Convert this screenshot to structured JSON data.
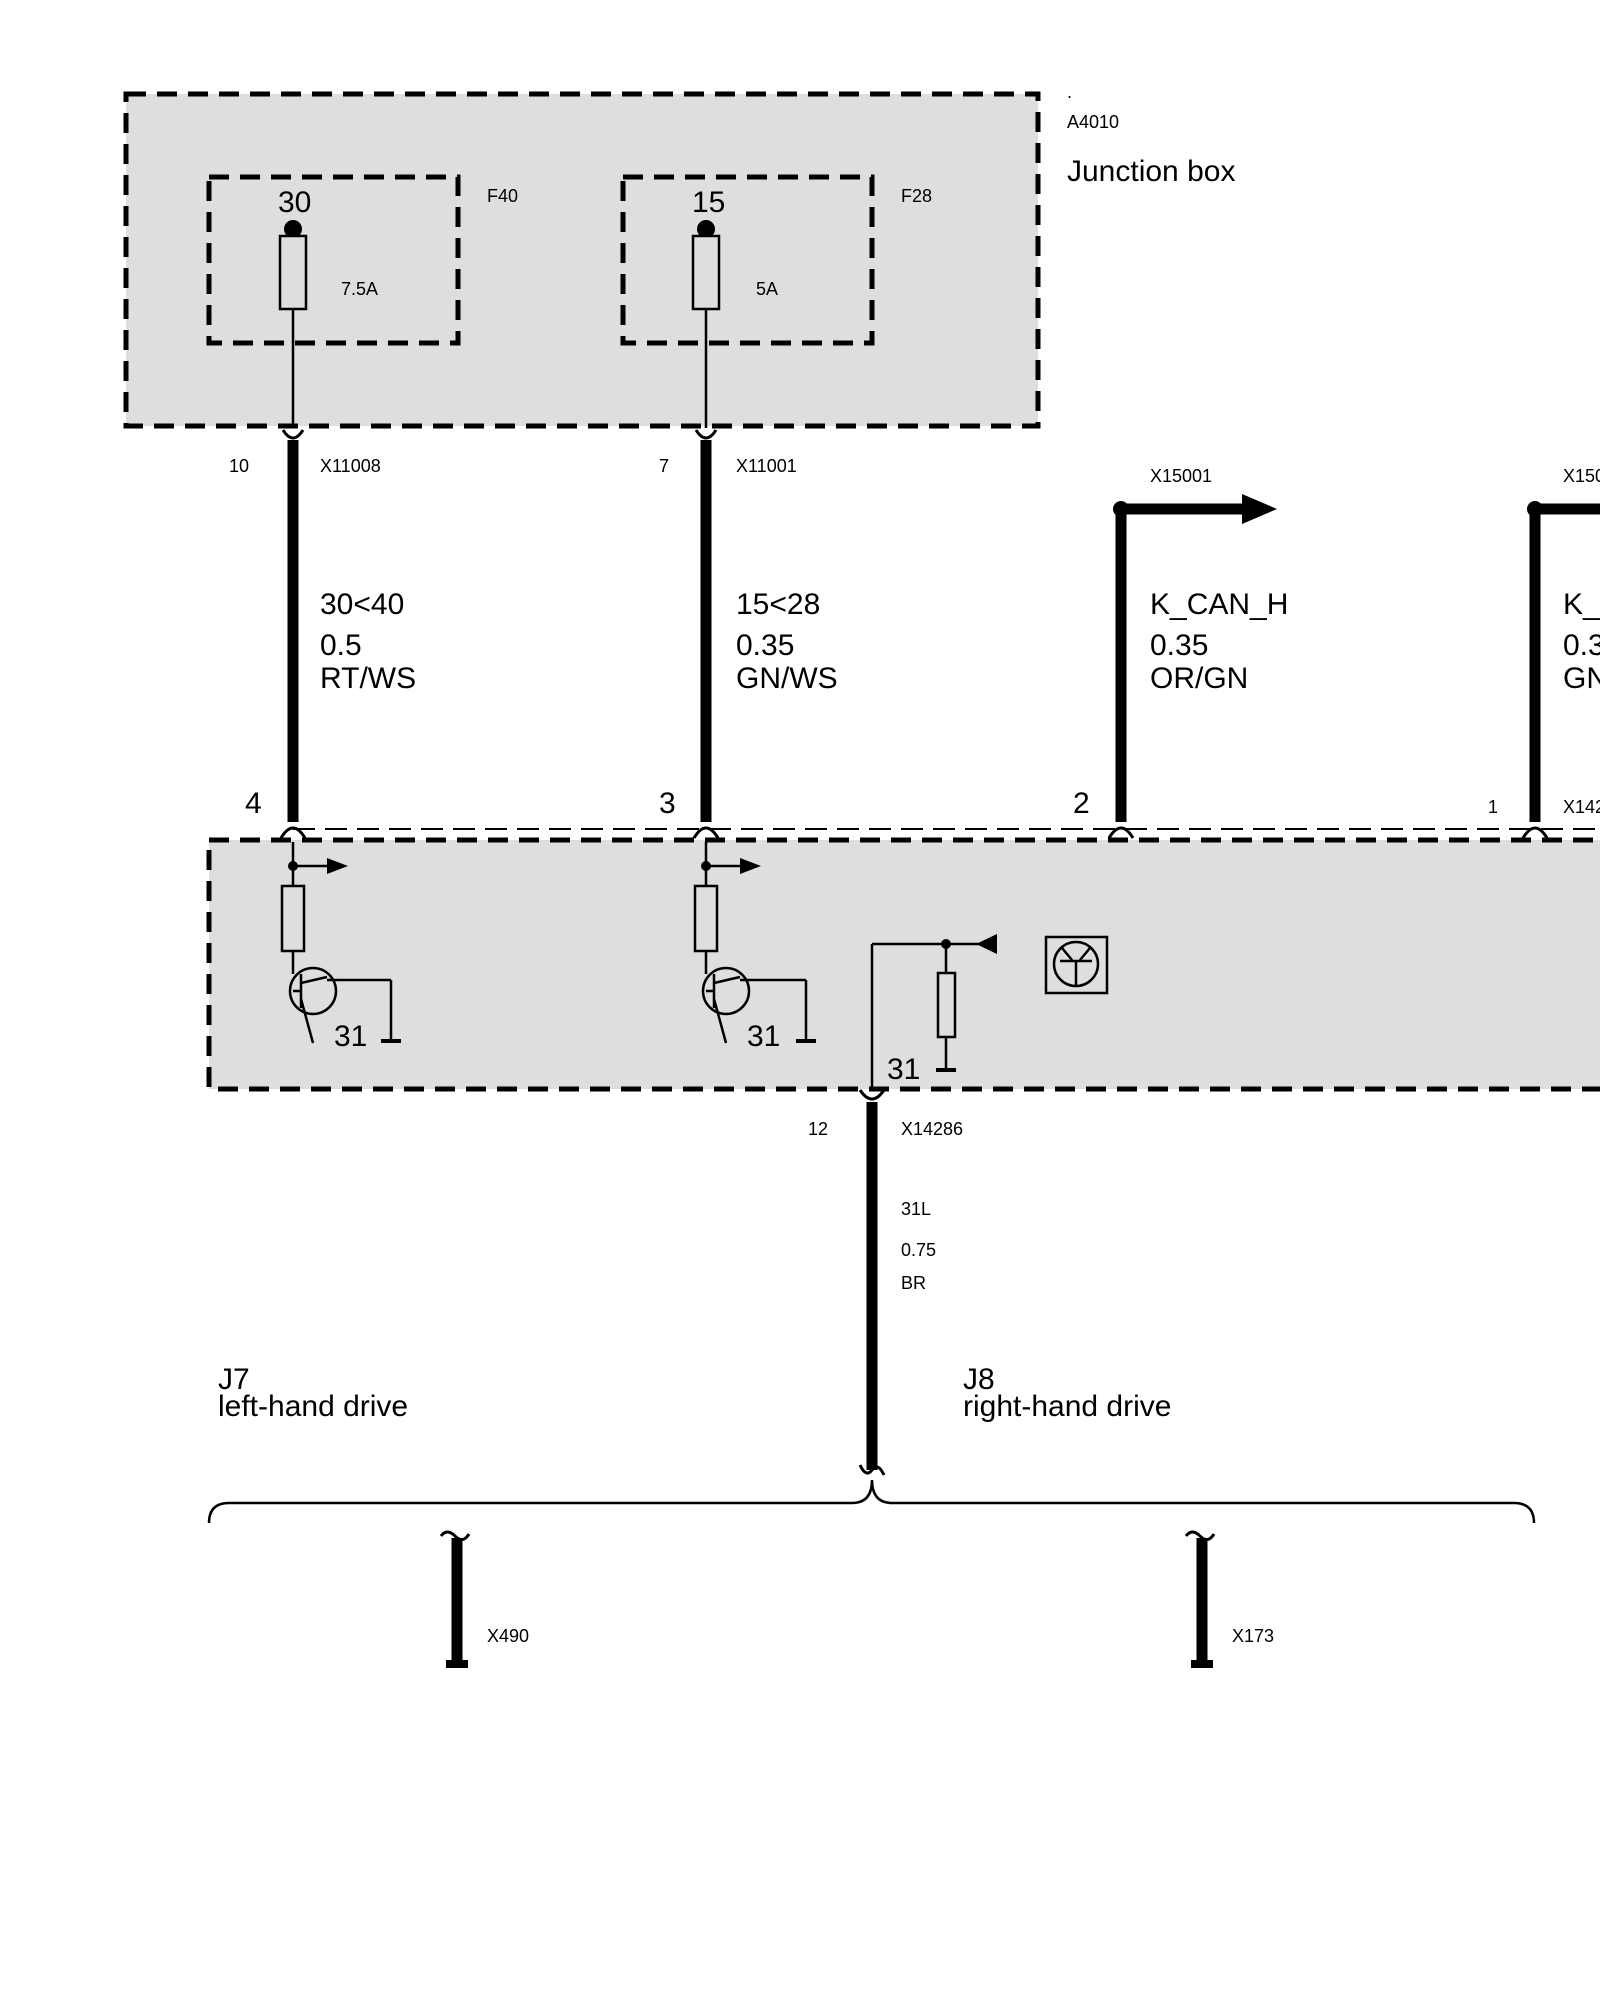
{
  "junction_box": {
    "dot": ".",
    "id": "A4010",
    "title": "Junction box",
    "fuses": [
      {
        "terminal": "30",
        "id": "F40",
        "rating": "7.5A"
      },
      {
        "terminal": "15",
        "id": "F28",
        "rating": "5A"
      }
    ]
  },
  "wires": [
    {
      "pin_top": "10",
      "connector_top": "X11008",
      "signal": "30<40",
      "size": "0.5",
      "color": "RT/WS",
      "pin_bottom": "4"
    },
    {
      "pin_top": "7",
      "connector_top": "X11001",
      "signal": "15<28",
      "size": "0.35",
      "color": "GN/WS",
      "pin_bottom": "3"
    },
    {
      "connector_top": "X15001",
      "signal": "K_CAN_H",
      "size": "0.35",
      "color": "OR/GN",
      "pin_bottom": "2"
    },
    {
      "connector_top": "X150",
      "signal": "K_",
      "size": "0.3",
      "color": "GN",
      "pin_bottom": "1",
      "connector_bottom": "X142"
    }
  ],
  "module": {
    "ground_labels": [
      "31",
      "31",
      "31"
    ]
  },
  "ground_wire": {
    "pin": "12",
    "connector": "X14286",
    "signal": "31L",
    "size": "0.75",
    "color": "BR"
  },
  "variants": [
    {
      "id": "J7",
      "label": "left-hand drive",
      "ground": "X490"
    },
    {
      "id": "J8",
      "label": "right-hand drive",
      "ground": "X173"
    }
  ]
}
